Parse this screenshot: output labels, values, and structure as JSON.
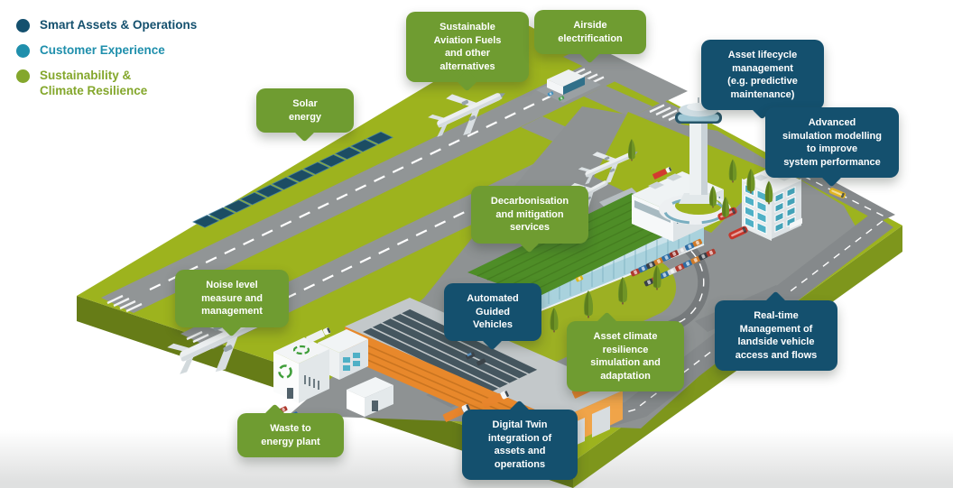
{
  "legend": {
    "items": [
      {
        "id": "smart-assets-operations",
        "label": "Smart Assets & Operations",
        "color": "#14506e"
      },
      {
        "id": "customer-experience",
        "label": "Customer Experience",
        "color": "#1f8fac"
      },
      {
        "id": "sustainability-climate-resilience",
        "label": "Sustainability &\nClimate Resilience",
        "color": "#84a72c"
      }
    ]
  },
  "callouts": [
    {
      "id": "solar-energy",
      "text": "Solar\nenergy",
      "category": "sustainability",
      "color": "#6f9c31"
    },
    {
      "id": "sustainable-aviation-fuels",
      "text": "Sustainable\nAviation Fuels\nand other\nalternatives",
      "category": "sustainability",
      "color": "#6f9c31"
    },
    {
      "id": "airside-electrification",
      "text": "Airside\nelectrification",
      "category": "sustainability",
      "color": "#6f9c31"
    },
    {
      "id": "asset-lifecycle-management",
      "text": "Asset lifecycle\nmanagement\n(e.g. predictive\nmaintenance)",
      "category": "smart-assets-operations",
      "color": "#14506e"
    },
    {
      "id": "advanced-simulation-modelling",
      "text": "Advanced\nsimulation modelling\nto improve\nsystem performance",
      "category": "smart-assets-operations",
      "color": "#14506e"
    },
    {
      "id": "decarbonisation-mitigation",
      "text": "Decarbonisation\nand mitigation\nservices",
      "category": "sustainability",
      "color": "#6f9c31"
    },
    {
      "id": "noise-level-management",
      "text": "Noise level\nmeasure and\nmanagement",
      "category": "sustainability",
      "color": "#6f9c31"
    },
    {
      "id": "automated-guided-vehicles",
      "text": "Automated\nGuided\nVehicles",
      "category": "smart-assets-operations",
      "color": "#14506e"
    },
    {
      "id": "asset-climate-resilience",
      "text": "Asset climate\nresilience\nsimulation and\nadaptation",
      "category": "sustainability",
      "color": "#6f9c31"
    },
    {
      "id": "realtime-landside-management",
      "text": "Real-time\nManagement of\nlandside vehicle\naccess and flows",
      "category": "smart-assets-operations",
      "color": "#14506e"
    },
    {
      "id": "waste-to-energy",
      "text": "Waste to\nenergy plant",
      "category": "sustainability",
      "color": "#6f9c31"
    },
    {
      "id": "digital-twin-integration",
      "text": "Digital Twin\nintegration of\nassets and\noperations",
      "category": "smart-assets-operations",
      "color": "#14506e"
    }
  ],
  "scene": {
    "description": "Isometric airport illustration on a raised green platform",
    "elements": [
      "airport-platform",
      "runway-1",
      "runway-2",
      "taxiways",
      "apron",
      "solar-panel-array",
      "airside-electrification-station",
      "terminal-building-green-roof",
      "control-tower",
      "office-building",
      "parking-lot",
      "loop-road",
      "landside-roads",
      "waste-to-energy-plant",
      "recycling-facility",
      "airplanes",
      "buses",
      "container-trucks",
      "tanker-truck",
      "automated-guided-vehicles",
      "fire-truck",
      "trees"
    ],
    "platform_color": "#9db31e",
    "road_color": "#8e9293",
    "callout_green": "#6f9c31",
    "callout_blue": "#14506e"
  }
}
